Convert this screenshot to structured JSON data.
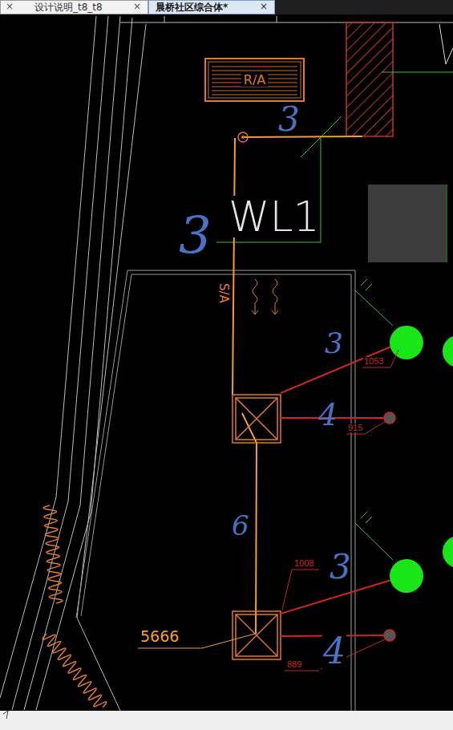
{
  "diagram": {
    "nodes": [
      {
        "text": [
          "设计说明_t8_t8"
        ]
      },
      {
        "text": [
          "晨桥社区综合体*"
        ]
      },
      {
        "text": [
          "R/A"
        ]
      }
    ],
    "labels": [
      "×",
      "×",
      "×",
      "WL1",
      "S/A",
      "1053",
      "915",
      "1008",
      "889",
      "5666",
      "3",
      "3",
      "3",
      "4",
      "6",
      "3",
      "4"
    ]
  }
}
